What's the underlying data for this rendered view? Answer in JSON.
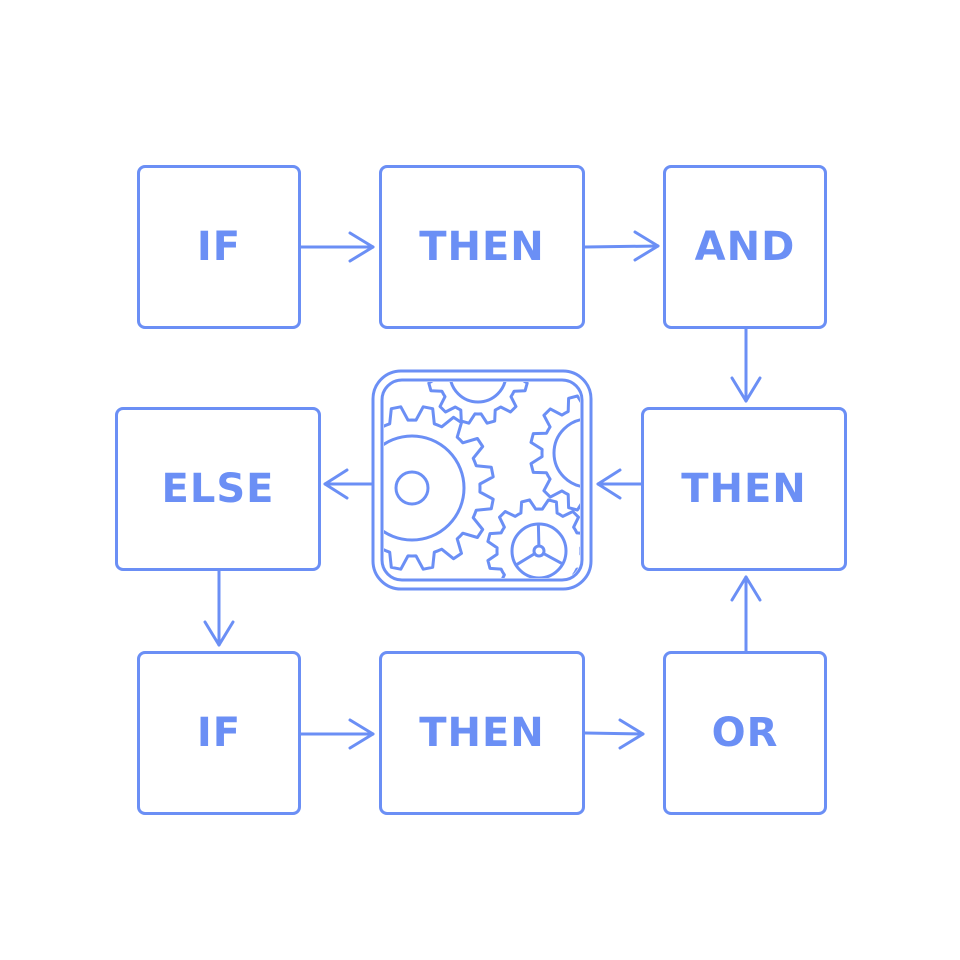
{
  "diagram": {
    "accent_color": "#6b8ff5",
    "boxes": [
      {
        "id": "if_1",
        "label": "IF"
      },
      {
        "id": "then_1",
        "label": "THEN"
      },
      {
        "id": "and",
        "label": "AND"
      },
      {
        "id": "then_2",
        "label": "THEN"
      },
      {
        "id": "else",
        "label": "ELSE"
      },
      {
        "id": "if_2",
        "label": "IF"
      },
      {
        "id": "then_3",
        "label": "THEN"
      },
      {
        "id": "or",
        "label": "OR"
      }
    ],
    "edges": [
      {
        "from": "if_1",
        "to": "then_1"
      },
      {
        "from": "then_1",
        "to": "and"
      },
      {
        "from": "and",
        "to": "then_2"
      },
      {
        "from": "then_2",
        "to": "gears"
      },
      {
        "from": "gears",
        "to": "else"
      },
      {
        "from": "else",
        "to": "if_2"
      },
      {
        "from": "if_2",
        "to": "then_3"
      },
      {
        "from": "then_3",
        "to": "or"
      },
      {
        "from": "or",
        "to": "then_2"
      }
    ],
    "center_icon": "gears-icon"
  }
}
